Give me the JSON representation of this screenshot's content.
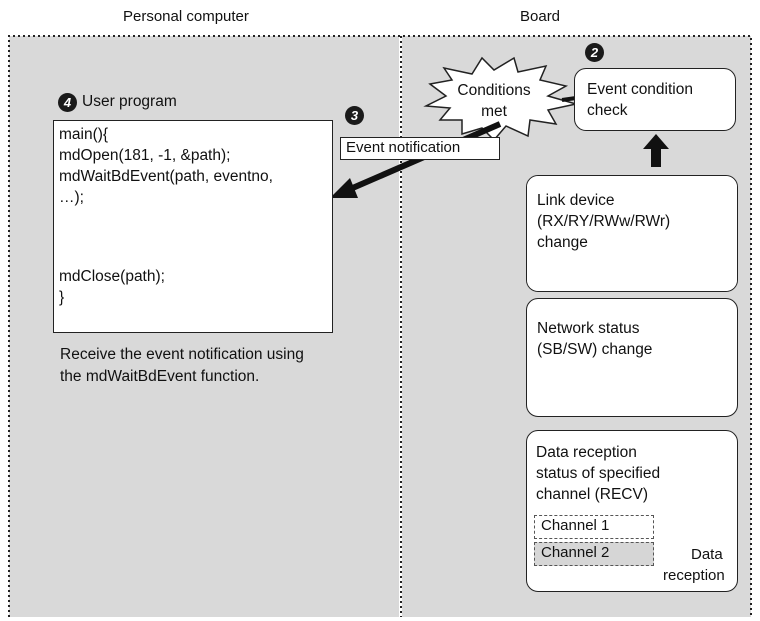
{
  "headers": {
    "left": "Personal computer",
    "right": "Board"
  },
  "markers": {
    "two": "2",
    "three": "3",
    "four": "4"
  },
  "user_program": {
    "title": "User program",
    "code_lines": [
      "main(){",
      "mdOpen(181, -1, &path);",
      "mdWaitBdEvent(path, eventno,",
      "…);",
      "mdClose(path);",
      "}"
    ],
    "caption_lines": [
      "Receive the event notification using",
      "the mdWaitBdEvent function."
    ]
  },
  "event_notification": "Event notification",
  "conditions_met": {
    "line1": "Conditions",
    "line2": "met"
  },
  "event_condition_check": {
    "line1": "Event condition",
    "line2": "check"
  },
  "link_device": {
    "lines": [
      "Link device",
      "(RX/RY/RWw/RWr)",
      "change"
    ]
  },
  "network_status": {
    "lines": [
      "Network status",
      "(SB/SW) change"
    ]
  },
  "data_reception": {
    "lines": [
      "Data reception",
      "status of specified",
      "channel (RECV)"
    ],
    "channel1": "Channel 1",
    "channel2": "Channel 2",
    "arrow_label_line1": "Data",
    "arrow_label_line2": "reception"
  }
}
